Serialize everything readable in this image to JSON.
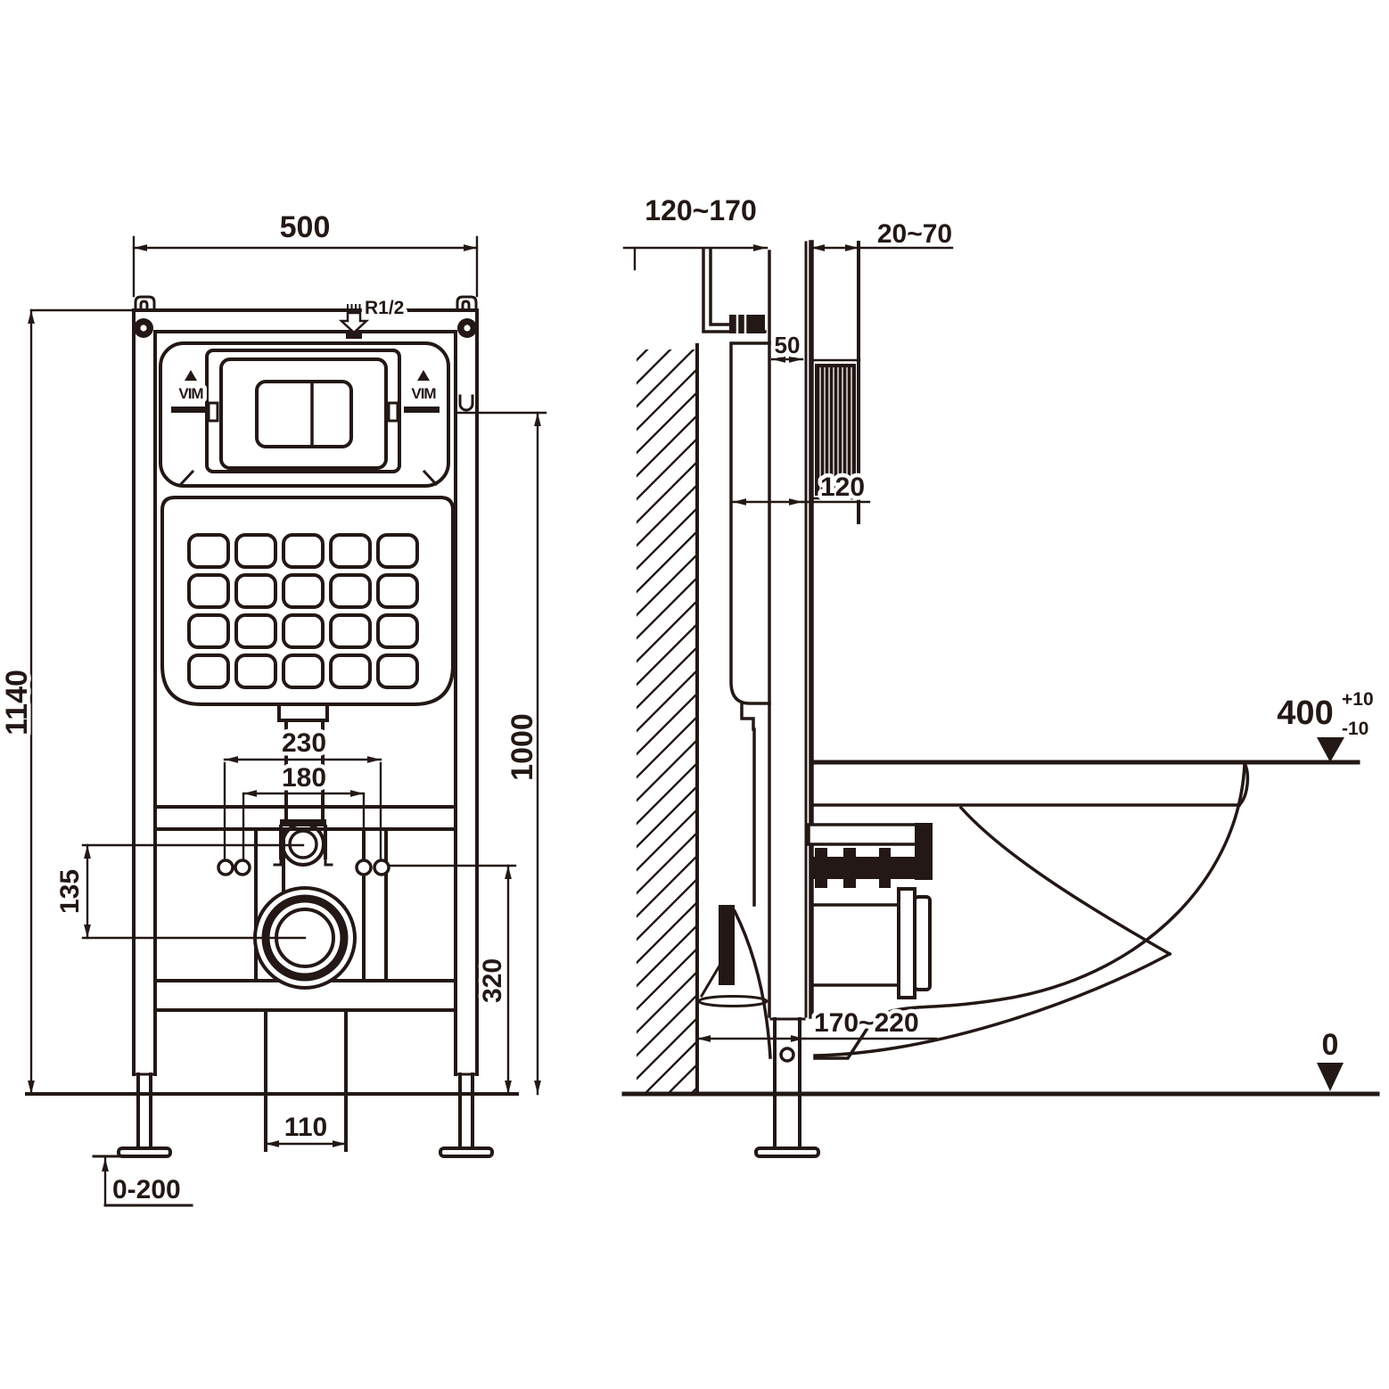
{
  "colors": {
    "line": "#231815",
    "background": "#ffffff"
  },
  "front_view": {
    "dim_width_top": "500",
    "dim_height_overall": "1140",
    "dim_height_upper": "1000",
    "dim_fixing_span_outer": "230",
    "dim_fixing_span_inner": "180",
    "dim_inlet_to_outlet_offset": "135",
    "dim_outlet_height": "320",
    "dim_base_opening": "110",
    "dim_foot_adjust": "0-200",
    "label_water_inlet": "R1/2",
    "plate_mark_left": "VIM",
    "plate_mark_right": "VIM"
  },
  "side_view": {
    "dim_depth_to_wall": "120~170",
    "dim_wall_finish_thickness": "20~70",
    "dim_profile_depth": "50",
    "dim_cistern_depth": "120",
    "dim_rim_height": "400",
    "dim_rim_tol_plus": "+10",
    "dim_rim_tol_minus": "-10",
    "dim_outlet_distance": "170~220",
    "label_floor_level": "0"
  }
}
